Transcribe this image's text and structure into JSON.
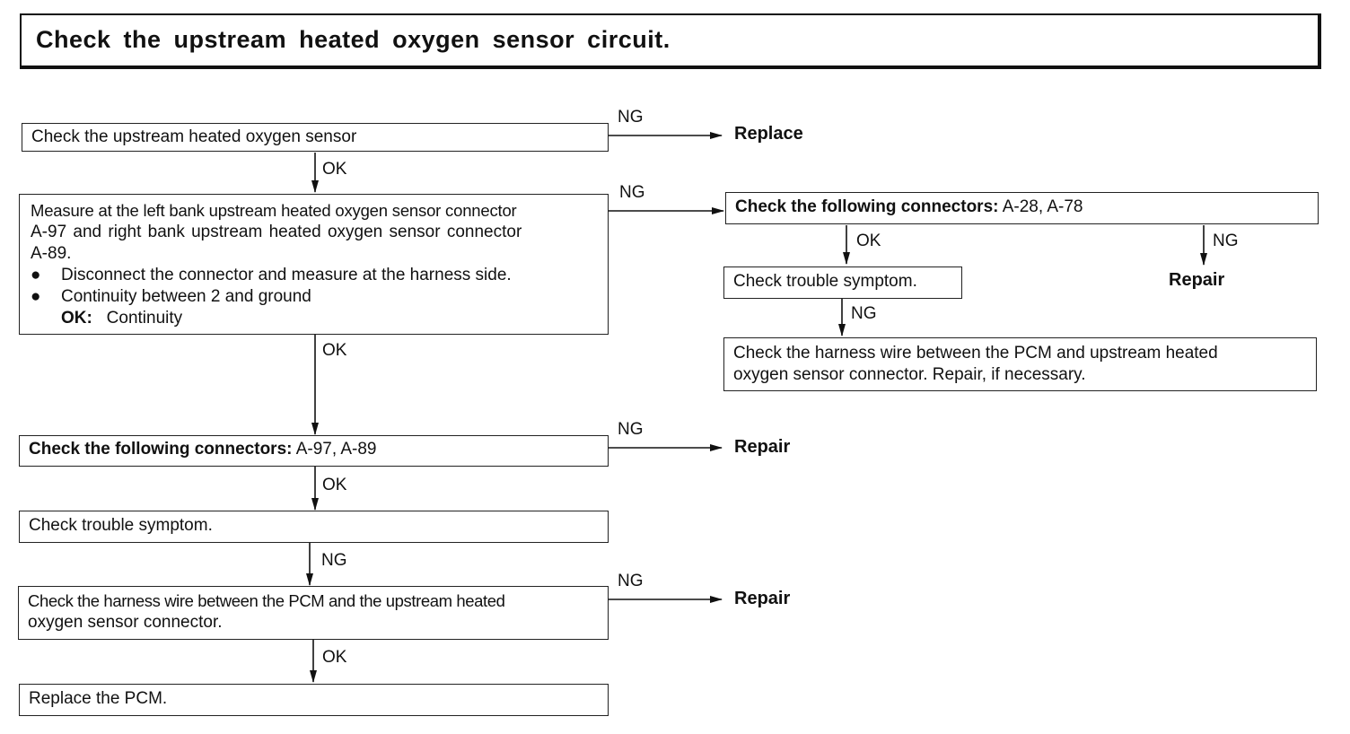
{
  "title": "Check the upstream heated oxygen sensor circuit.",
  "flow": {
    "step1": {
      "text": "Check the upstream heated oxygen sensor"
    },
    "step2": {
      "line1": "Measure at the left bank upstream heated oxygen sensor connector",
      "line2": "A-97 and right bank upstream heated oxygen sensor connector",
      "line3": "A-89.",
      "bullet_symbol": "●",
      "bullet1": "Disconnect the connector and measure at the harness side.",
      "bullet2": "Continuity between 2 and ground",
      "ok_label": "OK:",
      "ok_value": "Continuity"
    },
    "step3": {
      "bold": "Check the following connectors:",
      "rest": "A-97, A-89"
    },
    "step4": {
      "text": "Check trouble symptom."
    },
    "step5": {
      "line1": "Check the harness wire between the PCM and the upstream heated",
      "line2": "oxygen sensor connector."
    },
    "step6": {
      "text": "Replace the PCM."
    },
    "side1": {
      "bold": "Check the following connectors:",
      "rest": "A-28, A-78"
    },
    "side2": {
      "text": "Check trouble symptom."
    },
    "side3": {
      "line1": "Check the harness wire between the PCM and upstream heated",
      "line2": "oxygen sensor connector. Repair, if necessary."
    }
  },
  "labels": {
    "ok": "OK",
    "ng": "NG",
    "replace": "Replace",
    "repair": "Repair"
  }
}
